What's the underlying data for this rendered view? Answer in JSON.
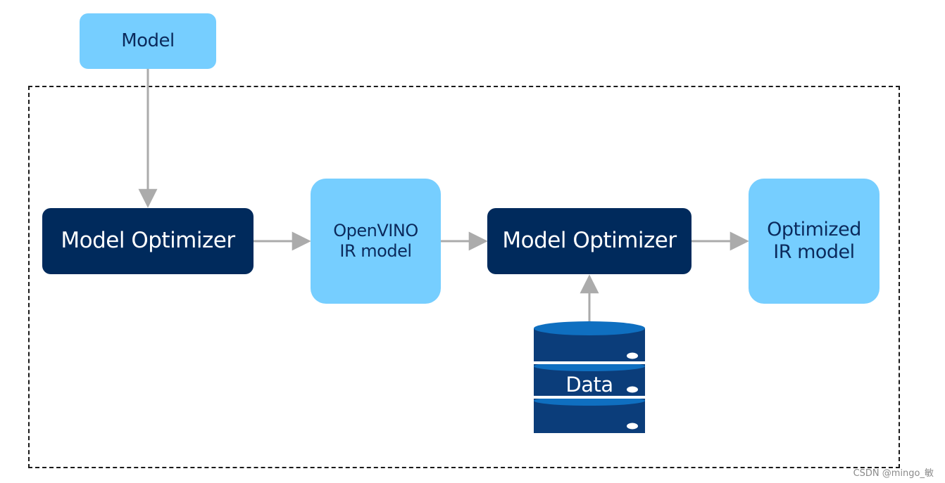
{
  "diagram": {
    "model": "Model",
    "model_optimizer_1": "Model Optimizer",
    "openvino_ir": "OpenVINO\nIR model",
    "model_optimizer_2": "Model Optimizer",
    "optimized_ir": "Optimized\nIR model",
    "data": "Data"
  },
  "colors": {
    "light_box": "#76ceff",
    "dark_box": "#002a5c",
    "arrow": "#ababab",
    "database": "#0b3d7a",
    "database_band": "#0f6fc0"
  },
  "watermark": "CSDN @mingo_敏"
}
